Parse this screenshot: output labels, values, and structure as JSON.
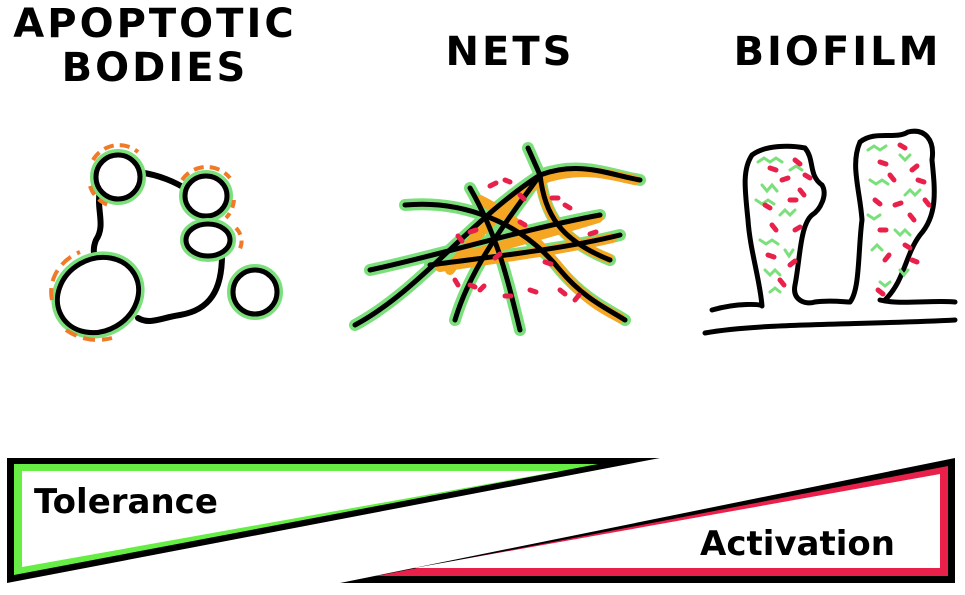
{
  "titles": {
    "apoptotic_line1": "APOPTOTIC",
    "apoptotic_line2": "BODIES",
    "nets": "NETS",
    "biofilm": "BIOFILM"
  },
  "wedges": {
    "tolerance": "Tolerance",
    "activation": "Activation"
  },
  "colors": {
    "outline": "#000000",
    "halo_green": "#7be07b",
    "dash_orange": "#f07a28",
    "fiber_orange": "#f5a623",
    "bacteria_red": "#e8204a",
    "tolerance_green": "#66ee44",
    "activation_red": "#e8204a"
  }
}
